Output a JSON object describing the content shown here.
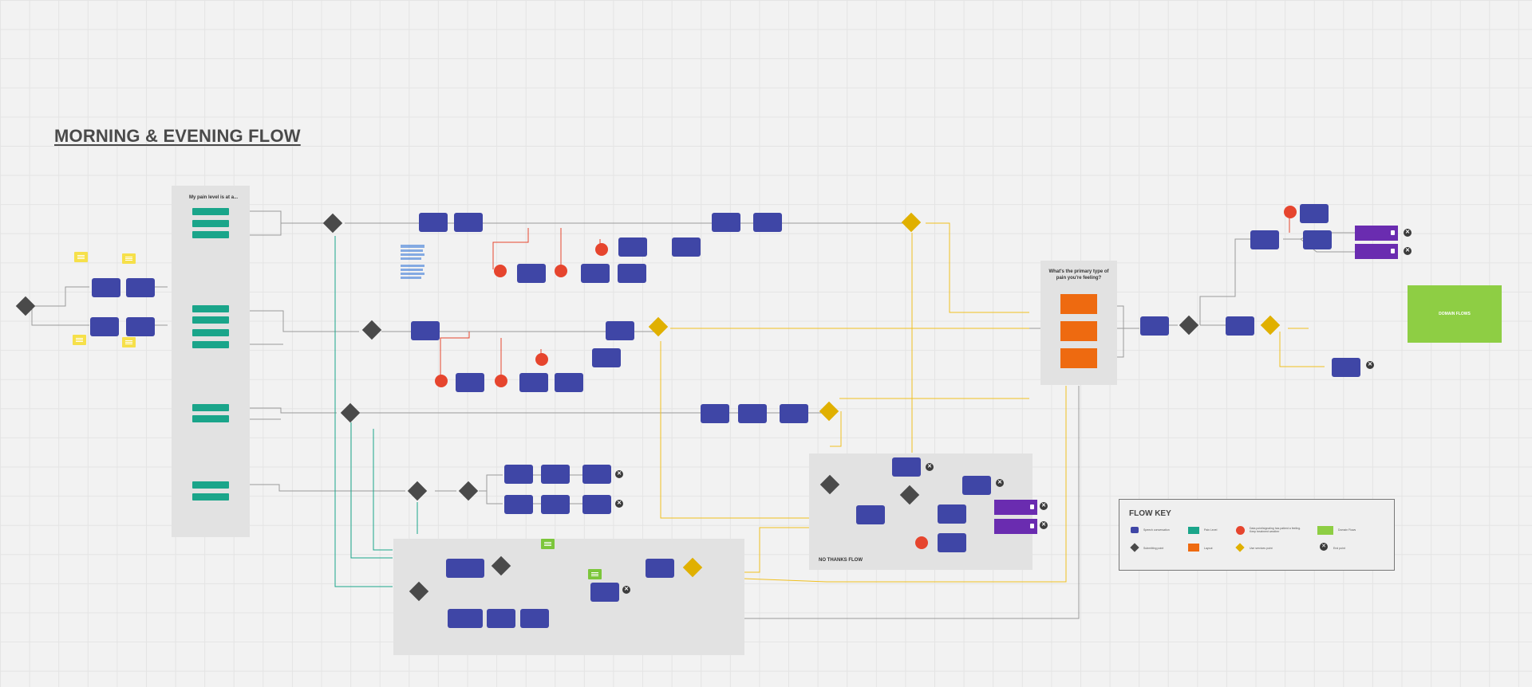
{
  "board": {
    "title": "MORNING & EVENING FLOW"
  },
  "panels": {
    "pain_level_title": "My pain level is at a...",
    "pain_type_title": "What's the primary type of pain you're feeling?",
    "no_thanks_title": "NO THANKS FLOW"
  },
  "domain_flows": "DOMAIN FLOWS",
  "flow_key": {
    "title": "FLOW KEY",
    "items": [
      {
        "label": "Speech conversation",
        "swatch": "#3f46a6"
      },
      {
        "label": "Pain Level",
        "swatch": "#1aa58a"
      },
      {
        "label": "Data point/signaling has patient a feeling. Keep treatment weather",
        "swatch": "#e6452e"
      },
      {
        "label": "Domain Flows",
        "swatch": "#8ece44"
      },
      {
        "label": "Submitting point",
        "swatch": "#4a4a4a"
      },
      {
        "label": "Layout",
        "swatch": "#ee6a10"
      },
      {
        "label": "Use services point",
        "swatch": "#e0b000"
      },
      {
        "label": "End point",
        "swatch": "#3c3c3c"
      }
    ]
  },
  "colors": {
    "speech": "#3f46a6",
    "pain_level": "#1aa58a",
    "data_point": "#e6452e",
    "domain": "#8ece44",
    "decision": "#4a4a4a",
    "layout": "#ee6a10",
    "service": "#e0b000",
    "end": "#3c3c3c",
    "green_line": "#1aa58a",
    "yellow_line": "#f0c020",
    "red_line": "#e6452e"
  },
  "icons": {
    "sticky_note": "sticky-note-icon",
    "end_point": "x-icon",
    "lightbulb": "lightbulb-icon",
    "document": "document-icon"
  }
}
